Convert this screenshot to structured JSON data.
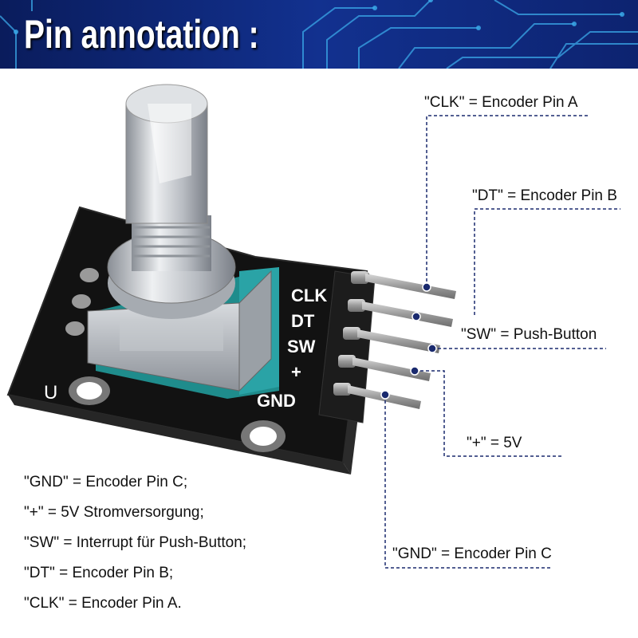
{
  "header": {
    "title": "Pin annotation :"
  },
  "board": {
    "silkscreen": [
      "CLK",
      "DT",
      "SW",
      "+",
      "GND"
    ],
    "left_mark": "U"
  },
  "callouts": {
    "clk": "\"CLK\" = Encoder Pin A",
    "dt": "\"DT\" = Encoder Pin B",
    "sw": "\"SW\" = Push-Button",
    "plus": "\"+\" = 5V",
    "gnd": "\"GND\" = Encoder Pin C"
  },
  "pin_list": [
    "\"GND\" = Encoder Pin C;",
    "\"+\" = 5V Stromversorgung;",
    "\"SW\" = Interrupt für Push-Button;",
    "\"DT\" = Encoder Pin B;",
    "\"CLK\" = Encoder Pin A."
  ],
  "colors": {
    "header": "#12318f",
    "board": "#111111",
    "leader": "#1a2a6e"
  }
}
